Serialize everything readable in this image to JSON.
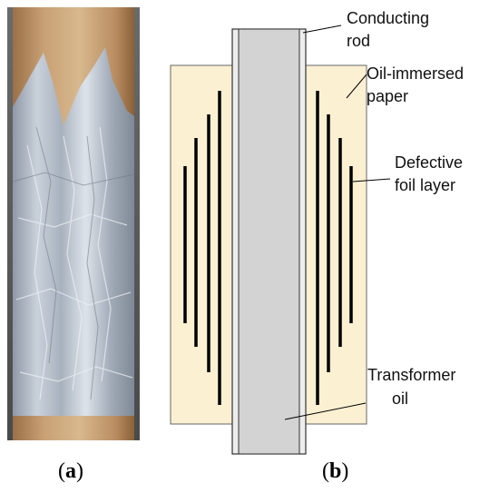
{
  "panel_a": {
    "caption_open": "(",
    "caption_letter": "a",
    "caption_close": ")"
  },
  "panel_b": {
    "caption_open": "(",
    "caption_letter": "b",
    "caption_close": ")",
    "labels": {
      "conducting_rod": [
        "Conducting",
        "rod"
      ],
      "oil_immersed_paper": [
        "Oil-immersed",
        "paper"
      ],
      "defective_foil_layer": [
        "Defective",
        "foil layer"
      ],
      "transformer_oil": [
        "Transformer",
        "oil"
      ]
    }
  },
  "colors": {
    "paper": "#fcf0d2",
    "rod": "#d3d3d3",
    "foil": "#000000",
    "cardboard": "#c49a6c",
    "aluminum_foil": "#b8c2cc"
  }
}
